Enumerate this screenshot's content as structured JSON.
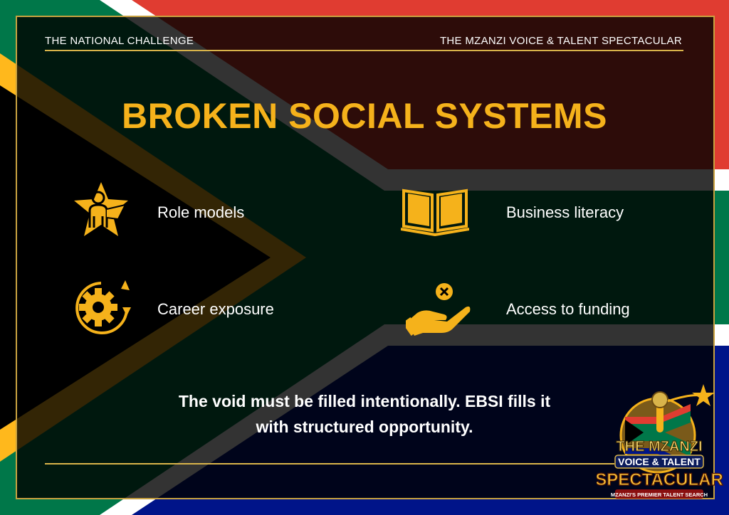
{
  "header": {
    "left_label": "THE NATIONAL CHALLENGE",
    "right_label": "THE MZANZI VOICE & TALENT SPECTACULAR"
  },
  "title": "BROKEN SOCIAL SYSTEMS",
  "items": [
    {
      "label": "Role models",
      "icon": "person-star-icon"
    },
    {
      "label": "Business literacy",
      "icon": "open-book-icon"
    },
    {
      "label": "Career exposure",
      "icon": "gear-cycle-icon"
    },
    {
      "label": "Access to funding",
      "icon": "hand-coin-x-icon"
    }
  ],
  "tagline": {
    "line1": "The void must be filled intentionally. EBSI fills it",
    "line2": "with structured opportunity."
  },
  "badge": {
    "line1": "THE MZANZI",
    "line2": "VOICE & TALENT",
    "line3": "SPECTACULAR",
    "line4": "MZANZI'S PREMIER TALENT SEARCH"
  },
  "colors": {
    "accent_gold": "#f5b21b",
    "rule_gold": "#d9b44a",
    "flag_red": "#e03c31",
    "flag_green": "#007749",
    "flag_blue": "#001489",
    "flag_black": "#000000",
    "flag_yellow": "#ffb81c",
    "flag_white": "#ffffff"
  }
}
